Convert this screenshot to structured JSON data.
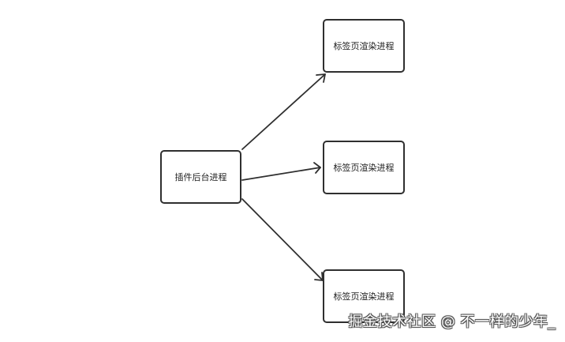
{
  "nodes": {
    "main": {
      "label": "插件后台进程"
    },
    "tabs": [
      {
        "label": "标签页渲染进程"
      },
      {
        "label": "标签页渲染进程"
      },
      {
        "label": "标签页渲染进程"
      }
    ]
  },
  "watermark": "掘金技术社区 @ 不一样的少年_",
  "colors": {
    "stroke": "#2f2f2f",
    "background": "#ffffff"
  }
}
